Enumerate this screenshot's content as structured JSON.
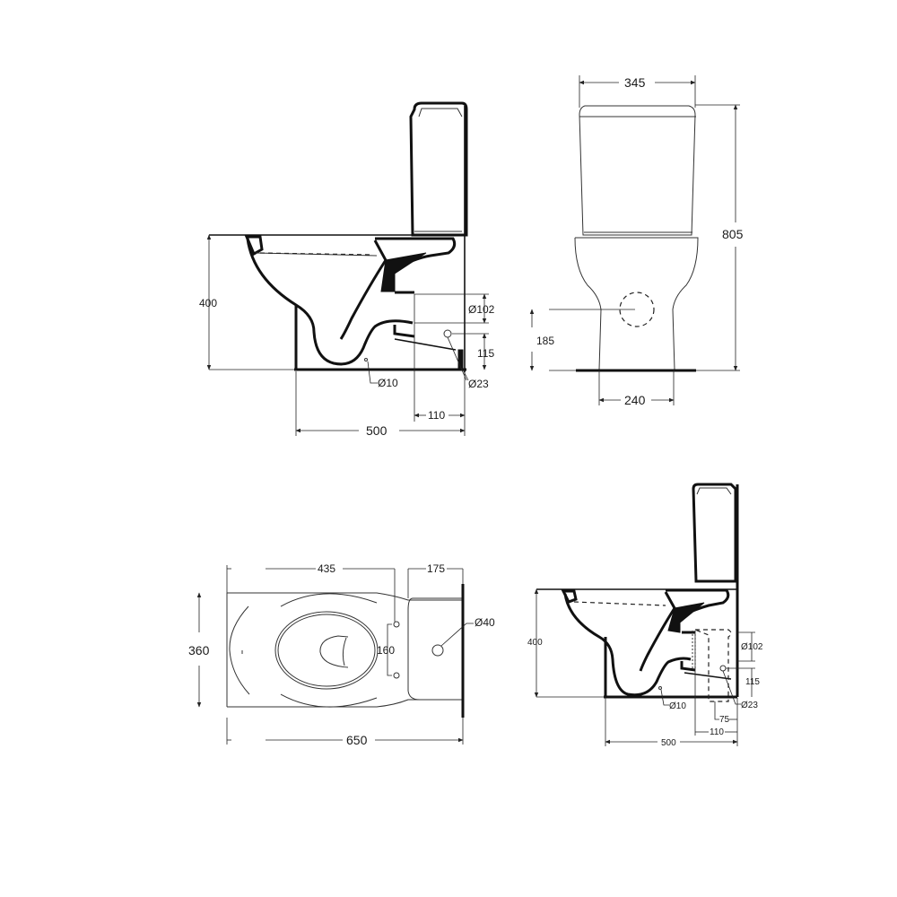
{
  "drawing": {
    "title": "",
    "views": {
      "side_view": {
        "dims": {
          "height": "400",
          "length": "500",
          "outlet_diameter": "Ø102",
          "outlet_offset": "110",
          "inlet_height": "115",
          "inlet_diameter": "Ø23",
          "fixing_hole": "Ø10"
        }
      },
      "front_view": {
        "dims": {
          "width": "345",
          "total_height": "805",
          "outlet_height": "185",
          "base_width": "240"
        }
      },
      "top_view": {
        "dims": {
          "width": "360",
          "length": "650",
          "bowl_to_holes": "435",
          "cistern_depth": "175",
          "seat_holes_spacing": "160",
          "supply_hole": "Ø40"
        }
      },
      "side_view_alt": {
        "dims": {
          "height": "400",
          "length": "500",
          "outlet_diameter": "Ø102",
          "inlet_height": "115",
          "inlet_diameter": "Ø23",
          "fixing_hole": "Ø10",
          "offset_75": "75",
          "offset_110": "110"
        }
      }
    }
  }
}
